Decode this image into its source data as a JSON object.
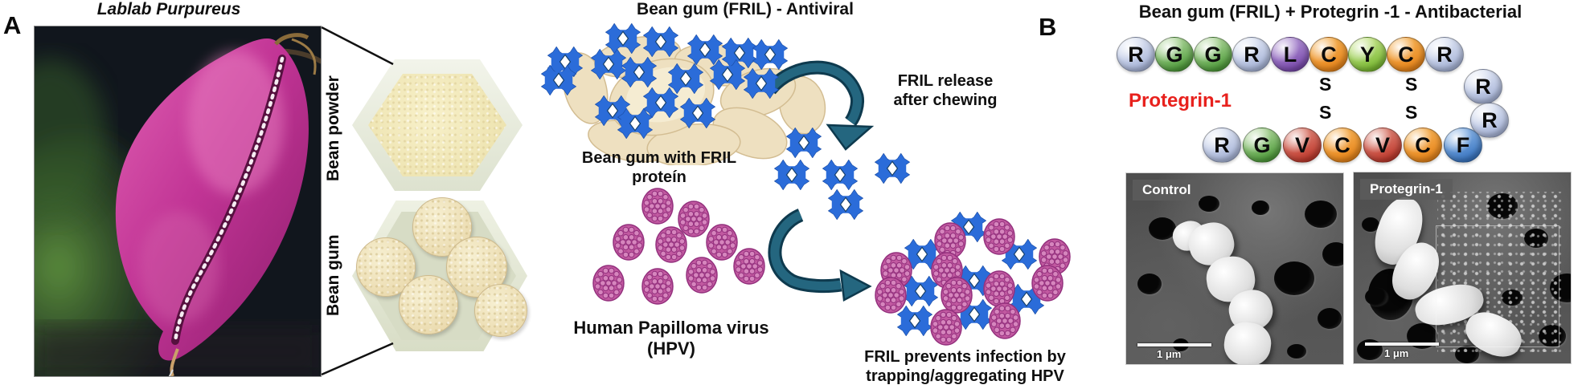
{
  "colors": {
    "fril_blue": "#2b6cd9",
    "fril_outline": "#1c4fa8",
    "fril_diamond": "#ffffff",
    "hpv_body": "#c159a0",
    "hpv_dot_fill": "#d685bd",
    "hpv_dot_stroke": "#93307d",
    "arrow_teal": "#1e5a74",
    "arrow_edge": "#0e3a4e",
    "protegrin_red": "#e8211d",
    "aa_colors": {
      "R": [
        "#e2e8f6",
        "#a9b6d9"
      ],
      "G": [
        "#b8dca4",
        "#4f9c3b"
      ],
      "L": [
        "#b79ad8",
        "#7a4aad"
      ],
      "C": [
        "#f7b559",
        "#e8851a"
      ],
      "Y": [
        "#cdea92",
        "#79b832"
      ],
      "V": [
        "#e08a7d",
        "#c03a2d"
      ],
      "F": [
        "#8fb8e8",
        "#3a76c2"
      ]
    }
  },
  "panel_a": {
    "label": "A",
    "plant_title": "Lablab Purpureus",
    "bean_powder_label": "Bean powder",
    "bean_gum_label": "Bean gum",
    "antiviral_title": "Bean gum (FRIL) - Antiviral",
    "gum_fril_caption": [
      "Bean gum with FRIL",
      "proteín"
    ],
    "hpv_caption": [
      "Human Papilloma virus",
      "(HPV)"
    ],
    "release_caption": [
      "FRIL release",
      "after chewing"
    ],
    "prevention_caption": [
      "FRIL prevents infection by",
      "trapping/aggregating HPV"
    ]
  },
  "panel_b": {
    "label": "B",
    "title": "Bean gum (FRIL) + Protegrin -1 - Antibacterial",
    "peptide_name": "Protegrin-1",
    "disulfide_letter": "S",
    "sequence_top": [
      "R",
      "G",
      "G",
      "R",
      "L",
      "C",
      "Y",
      "C",
      "R"
    ],
    "sequence_right": [
      "R",
      "R"
    ],
    "sequence_bottom": [
      "R",
      "G",
      "V",
      "C",
      "V",
      "C",
      "F"
    ],
    "micrographs": [
      {
        "label": "Control",
        "scale_label": "1 μm"
      },
      {
        "label": "Protegrin-1",
        "scale_label": "1 μm"
      }
    ]
  }
}
